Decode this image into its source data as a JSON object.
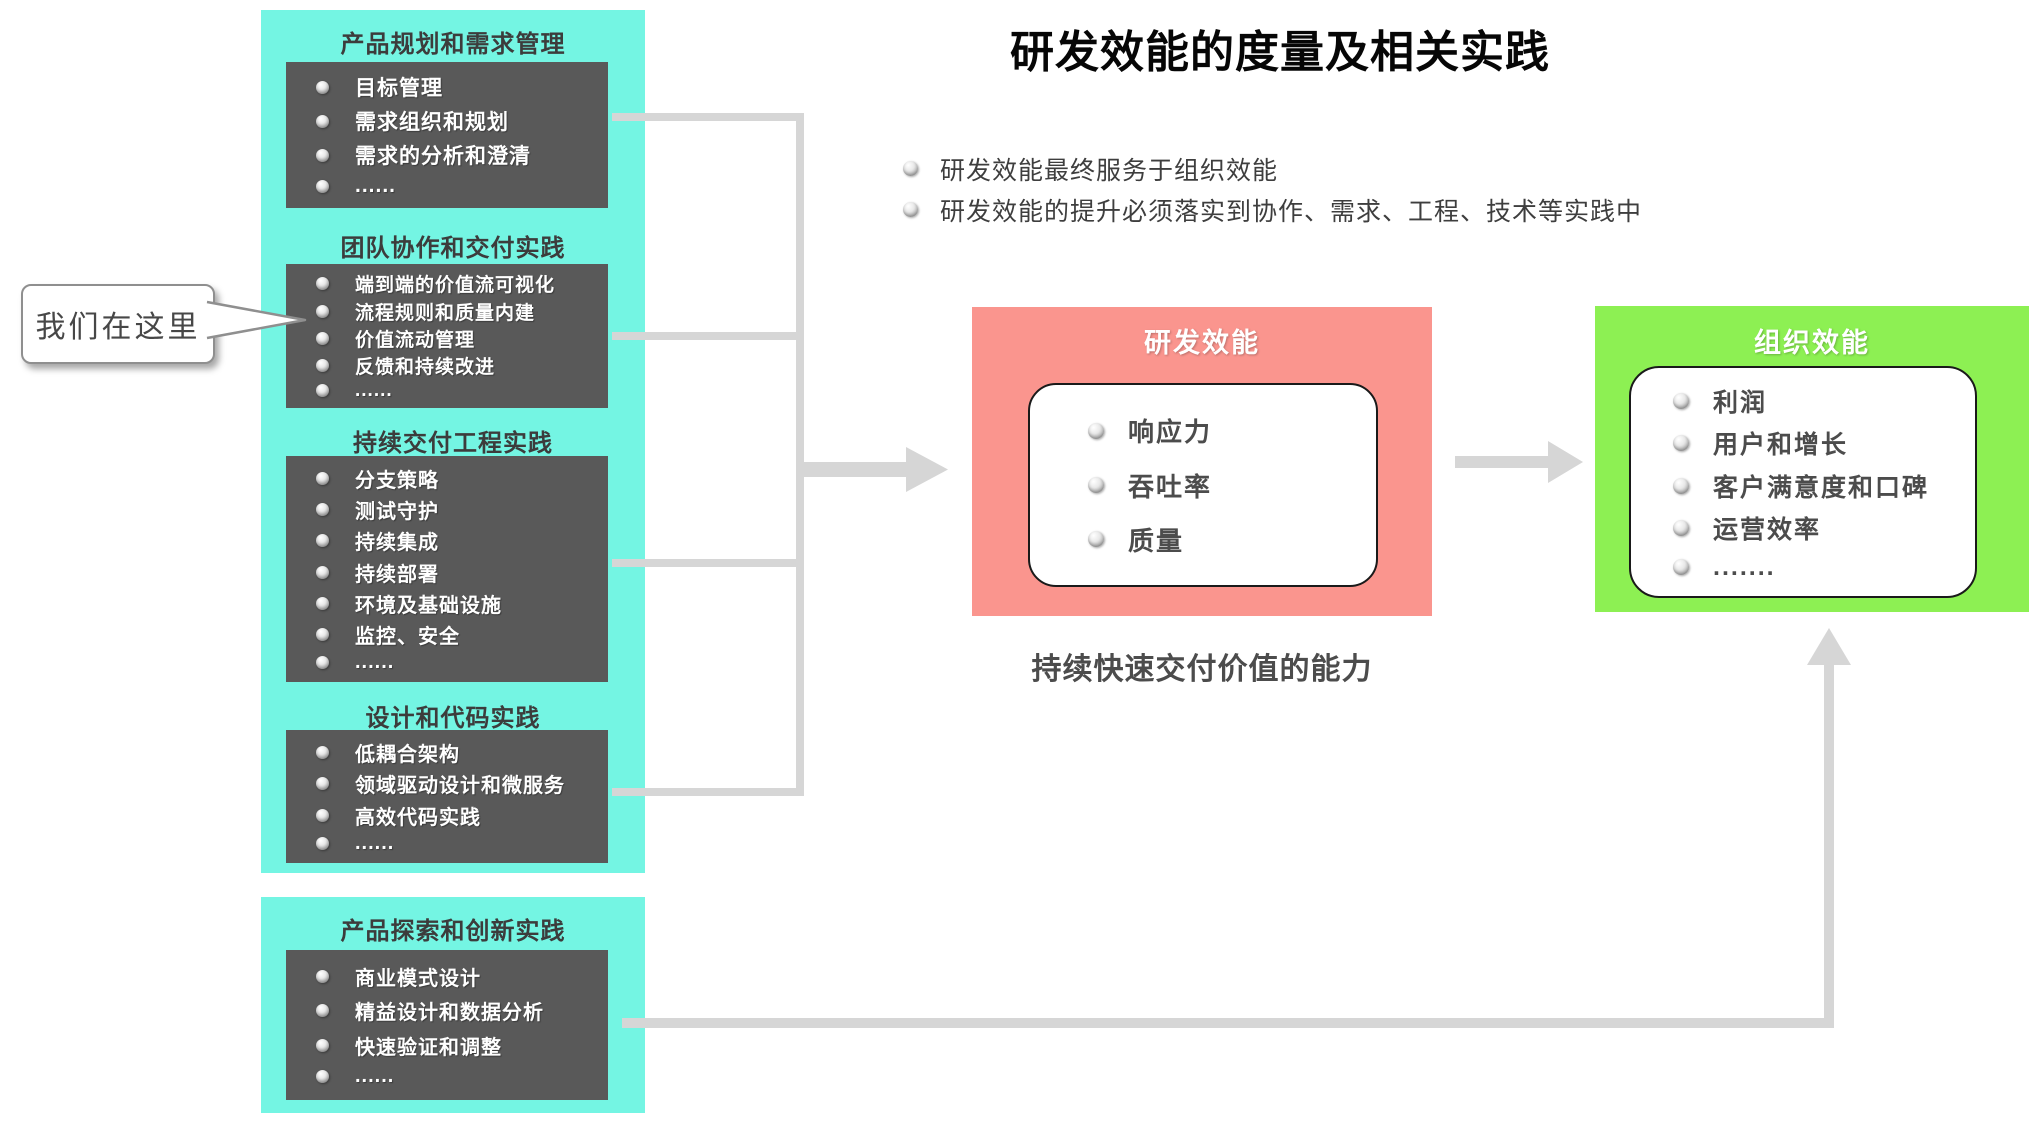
{
  "title": "研发效能的度量及相关实践",
  "intro_bullets": [
    "研发效能最终服务于组织效能",
    "研发效能的提升必须落实到协作、需求、工程、技术等实践中"
  ],
  "callout": {
    "text": "我们在这里"
  },
  "practice_sections": [
    {
      "header": "产品规划和需求管理",
      "items": [
        "目标管理",
        "需求组织和规划",
        "需求的分析和澄清",
        "......"
      ]
    },
    {
      "header": "团队协作和交付实践",
      "items": [
        "端到端的价值流可视化",
        "流程规则和质量内建",
        "价值流动管理",
        "反馈和持续改进",
        "......"
      ]
    },
    {
      "header": "持续交付工程实践",
      "items": [
        "分支策略",
        "测试守护",
        "持续集成",
        "持续部署",
        "环境及基础设施",
        "监控、安全",
        "......"
      ]
    },
    {
      "header": "设计和代码实践",
      "items": [
        "低耦合架构",
        "领域驱动设计和微服务",
        "高效代码实践",
        "......"
      ]
    }
  ],
  "explore_section": {
    "header": "产品探索和创新实践",
    "items": [
      "商业模式设计",
      "精益设计和数据分析",
      "快速验证和调整",
      "......"
    ]
  },
  "rd_box": {
    "title": "研发效能",
    "items": [
      "响应力",
      "吞吐率",
      "质量"
    ],
    "caption": "持续快速交付价值的能力"
  },
  "org_box": {
    "title": "组织效能",
    "items": [
      "利润",
      "用户和增长",
      "客户满意度和口碑",
      "运营效率",
      "......."
    ]
  },
  "colors": {
    "cyan_panel": "#74F5E3",
    "dark_panel": "#595959",
    "rd_salmon": "#FA958E",
    "org_green": "#8DF053",
    "connector_gray": "#D6D6D6"
  }
}
